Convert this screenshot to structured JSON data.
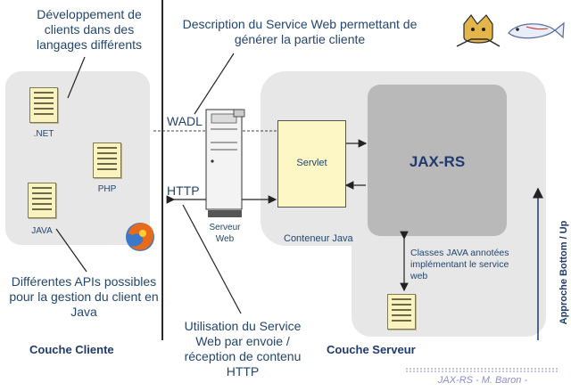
{
  "notes": {
    "top_left": "Développement de clients dans des langages différents",
    "top_mid": "Description du Service Web permettant de générer la partie cliente",
    "bottom_left": "Différentes APIs possibles pour la gestion du client en Java",
    "bottom_mid": "Utilisation du Service Web par envoie / réception de contenu HTTP",
    "classes": "Classes JAVA annotées implémentant le service web"
  },
  "labels": {
    "net": ".NET",
    "php": "PHP",
    "java": "JAVA",
    "wadl": "WADL",
    "http": "HTTP",
    "serveur": "Serveur",
    "web": "Web",
    "servlet": "Servlet",
    "jaxrs": "JAX-RS",
    "conteneur": "Conteneur Java",
    "couche_cliente": "Couche Cliente",
    "couche_serveur": "Couche Serveur",
    "approche": "Approche Bottom / Up",
    "footer": "JAX-RS  - M. Baron -"
  },
  "icons": [
    "tomcat-logo",
    "glassfish-logo",
    "firefox-logo",
    "server-icon",
    "document-icon"
  ]
}
